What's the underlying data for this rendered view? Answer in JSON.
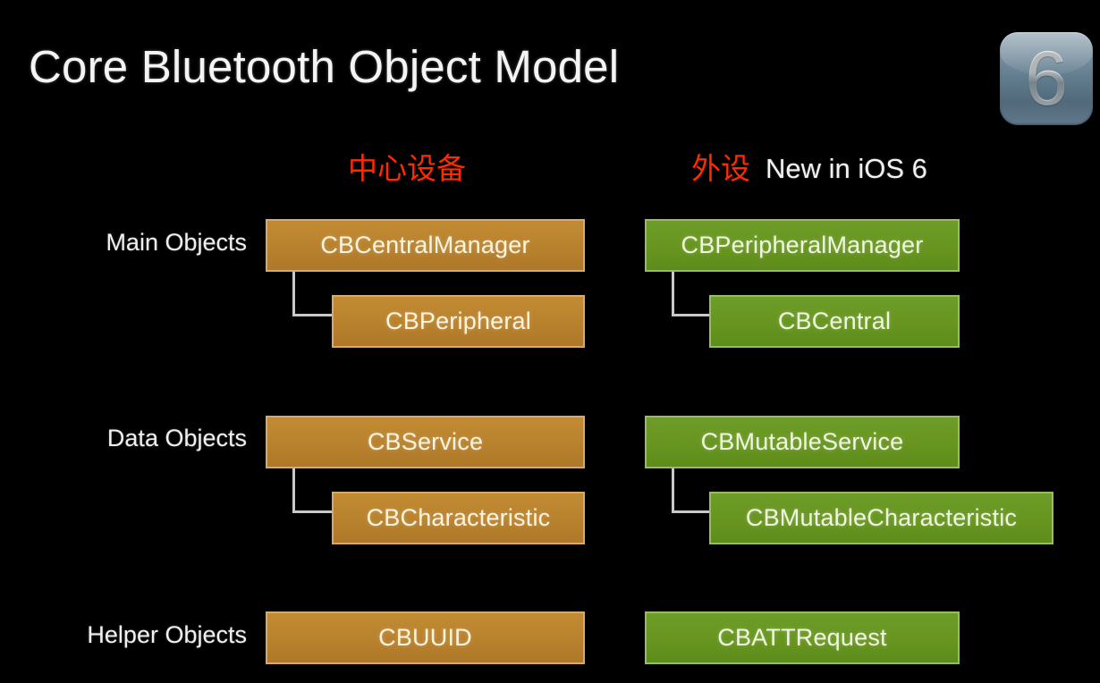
{
  "slide": {
    "title": "Core Bluetooth Object Model",
    "badge": {
      "number": "6",
      "name": "ios-6-badge"
    }
  },
  "annotations": {
    "central_cn": "中心设备",
    "peripheral_cn": "外设",
    "new_in_ios": "New in iOS 6",
    "red_color": "#ff2a00"
  },
  "rows": [
    {
      "label": "Main Objects"
    },
    {
      "label": "Data Objects"
    },
    {
      "label": "Helper Objects"
    }
  ],
  "columns": {
    "central": {
      "accent": "#b8812d",
      "border": "#d9a96a",
      "nodes": {
        "main_parent": "CBCentralManager",
        "main_child": "CBPeripheral",
        "data_parent": "CBService",
        "data_child": "CBCharacteristic",
        "helper": "CBUUID"
      }
    },
    "peripheral": {
      "accent": "#67951f",
      "border": "#97bd5e",
      "nodes": {
        "main_parent": "CBPeripheralManager",
        "main_child": "CBCentral",
        "data_parent": "CBMutableService",
        "data_child": "CBMutableCharacteristic",
        "helper": "CBATTRequest"
      }
    }
  }
}
